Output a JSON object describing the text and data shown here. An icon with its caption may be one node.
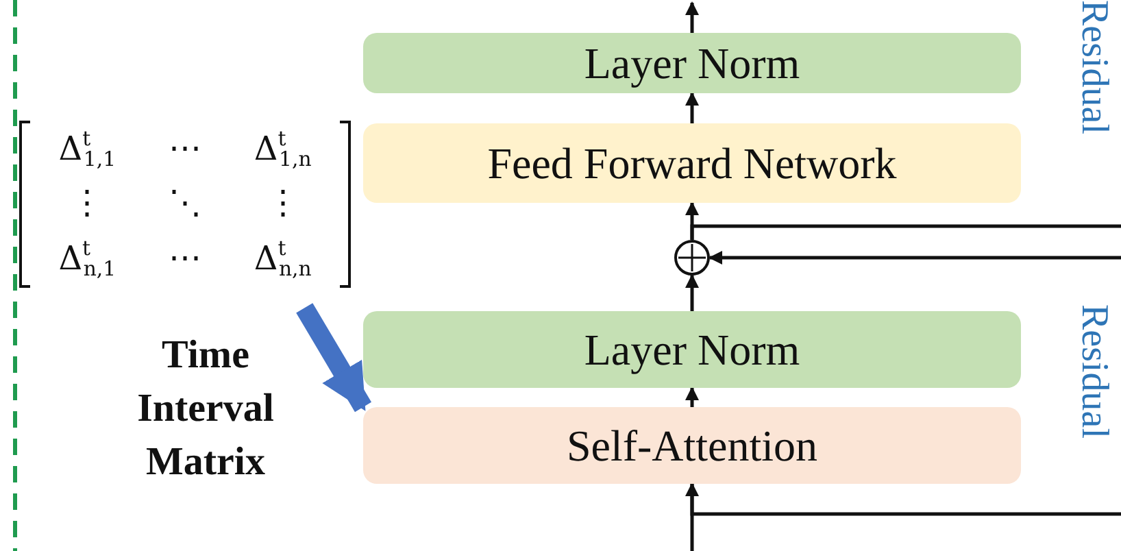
{
  "diagram": {
    "nodes": [
      {
        "text": [
          "Δ$^{t}$$_{1,1}$",
          "⋯",
          "Δ$^{t}$$_{1,n}$",
          "⋮",
          "⋱",
          "⋮",
          "Δ$^{t}$$_{n,1}$",
          "⋯",
          "Δ$^{t}$$_{n,n}$"
        ],
        "beside": [
          "Time Interval Matrix"
        ]
      },
      {
        "text": [
          "Layer Norm"
        ]
      },
      {
        "text": [
          "Feed Forward Network"
        ]
      },
      {
        "text": [],
        "shape": "circle"
      },
      {
        "text": [
          "Layer Norm"
        ]
      },
      {
        "text": [
          "Self-Attention"
        ]
      }
    ],
    "edges": [
      {
        "from": null,
        "to": 5,
        "arrow": "to"
      },
      {
        "from": 5,
        "to": 4,
        "arrow": "to"
      },
      {
        "from": 4,
        "to": 3,
        "arrow": "to"
      },
      {
        "from": 3,
        "to": 2,
        "arrow": "to"
      },
      {
        "from": 2,
        "to": 1,
        "arrow": "to"
      },
      {
        "from": 1,
        "to": null,
        "arrow": "to"
      },
      {
        "from": null,
        "to": 3,
        "arrow": "to"
      },
      {
        "from": 3,
        "to": null,
        "arrow": "none"
      },
      {
        "from": 5,
        "to": null,
        "arrow": "none"
      },
      {
        "from": 0,
        "to": 5,
        "arrow": "to",
        "style": "thick",
        "color": "#4472c4"
      }
    ],
    "labels": [
      "Residual",
      "Residual"
    ]
  }
}
